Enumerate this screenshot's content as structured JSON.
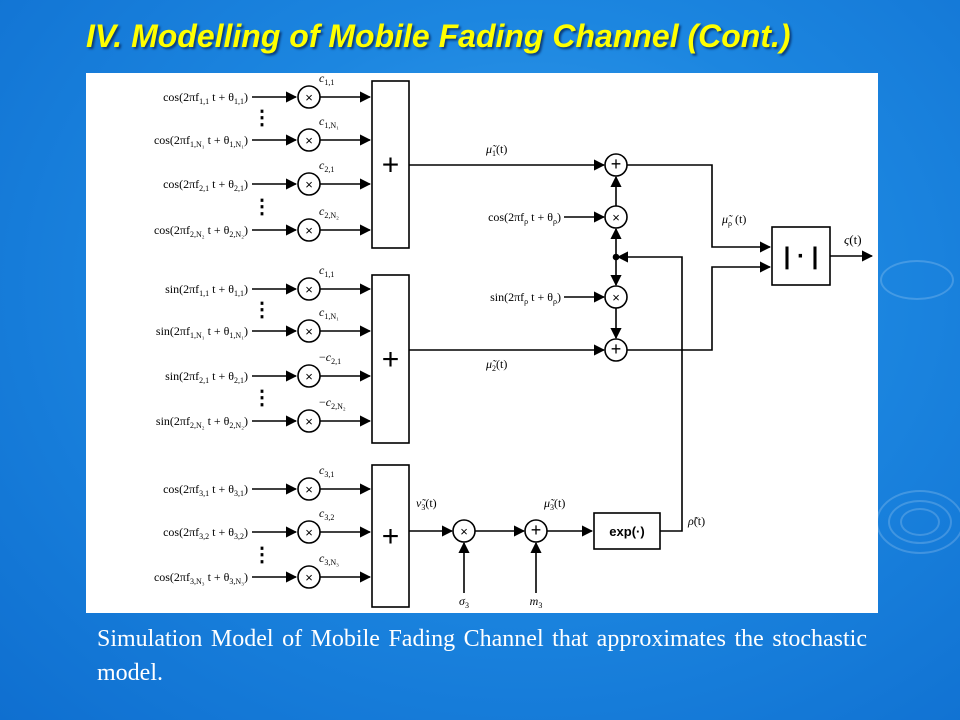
{
  "slide": {
    "title": "IV. Modelling of Mobile Fading Channel (Cont.)",
    "caption": "Simulation Model of Mobile Fading Channel that approximates the stochastic model."
  },
  "colors": {
    "title": "#ffff00",
    "background": "#1c86e0",
    "panel": "#ffffff",
    "caption": "#ffffff"
  },
  "diagram": {
    "inputs": [
      {
        "fn": "cos(2πf",
        "sub": "1,1",
        "mid": "t + θ",
        "sub2": "1,1",
        "end": ")"
      },
      {
        "fn": "cos(2πf",
        "sub": "1,N₁",
        "mid": "t + θ",
        "sub2": "1,N₁",
        "end": ")"
      },
      {
        "fn": "cos(2πf",
        "sub": "2,1",
        "mid": "t + θ",
        "sub2": "2,1",
        "end": ")"
      },
      {
        "fn": "cos(2πf",
        "sub": "2,N₂",
        "mid": "t + θ",
        "sub2": "2,N₂",
        "end": ")"
      },
      {
        "fn": "sin(2πf",
        "sub": "1,1",
        "mid": "t + θ",
        "sub2": "1,1",
        "end": ")"
      },
      {
        "fn": "sin(2πf",
        "sub": "1,N₁",
        "mid": "t + θ",
        "sub2": "1,N₁",
        "end": ")"
      },
      {
        "fn": "sin(2πf",
        "sub": "2,1",
        "mid": "t + θ",
        "sub2": "2,1",
        "end": ")"
      },
      {
        "fn": "sin(2πf",
        "sub": "2,N₂",
        "mid": "t + θ",
        "sub2": "2,N₂",
        "end": ")"
      },
      {
        "fn": "cos(2πf",
        "sub": "3,1",
        "mid": "t + θ",
        "sub2": "3,1",
        "end": ")"
      },
      {
        "fn": "cos(2πf",
        "sub": "3,2",
        "mid": "t + θ",
        "sub2": "3,2",
        "end": ")"
      },
      {
        "fn": "cos(2πf",
        "sub": "3,N₃",
        "mid": "t + θ",
        "sub2": "3,N₃",
        "end": ")"
      }
    ],
    "gains": [
      {
        "sign": "",
        "base": "c",
        "sub": "1,1"
      },
      {
        "sign": "",
        "base": "c",
        "sub": "1,N₁"
      },
      {
        "sign": "",
        "base": "c",
        "sub": "2,1"
      },
      {
        "sign": "",
        "base": "c",
        "sub": "2,N₂"
      },
      {
        "sign": "",
        "base": "c",
        "sub": "1,1"
      },
      {
        "sign": "",
        "base": "c",
        "sub": "1,N₁"
      },
      {
        "sign": "−",
        "base": "c",
        "sub": "2,1"
      },
      {
        "sign": "−",
        "base": "c",
        "sub": "2,N₂"
      },
      {
        "sign": "",
        "base": "c",
        "sub": "3,1"
      },
      {
        "sign": "",
        "base": "c",
        "sub": "3,2"
      },
      {
        "sign": "",
        "base": "c",
        "sub": "3,N₃"
      }
    ],
    "multiplier_symbol": "×",
    "adder_symbol": "+",
    "ellipsis": "⋮",
    "signals": {
      "mu1": {
        "base": "μ̃",
        "sub": "1",
        "arg": "(t)"
      },
      "mu2": {
        "base": "μ̃",
        "sub": "2",
        "arg": "(t)"
      },
      "nu3": {
        "base": "ν̃",
        "sub": "3",
        "arg": "(t)"
      },
      "mu3": {
        "base": "μ̃",
        "sub": "3",
        "arg": "(t)"
      },
      "mup": {
        "base": "μ̃",
        "sub": "ρ",
        "arg": "(t)"
      },
      "rho": {
        "base": "ρ̃",
        "arg": "(t)"
      },
      "out": {
        "base": "ς",
        "arg": "(t)"
      }
    },
    "carrier_cos": {
      "fn": "cos(2πf",
      "sub": "ρ",
      "mid": "t + θ",
      "sub2": "ρ",
      "end": ")"
    },
    "carrier_sin": {
      "fn": "sin(2πf",
      "sub": "ρ",
      "mid": "t + θ",
      "sub2": "ρ",
      "end": ")"
    },
    "exp_label": "exp(·)",
    "abs_label": "| · |",
    "sigma": {
      "base": "σ",
      "sub": "3"
    },
    "mean": {
      "base": "m",
      "sub": "3"
    }
  }
}
